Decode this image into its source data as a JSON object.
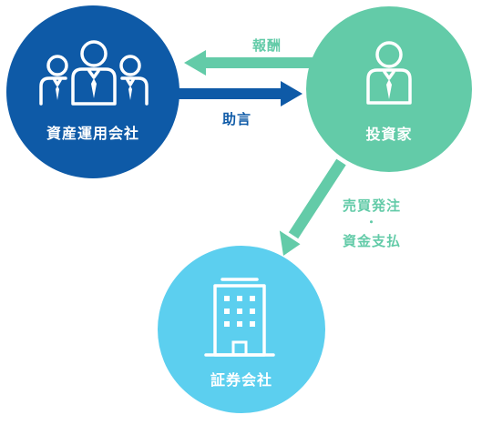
{
  "nodes": {
    "asset_manager": {
      "label": "資産運用会社",
      "color": "#0e5aa7"
    },
    "investor": {
      "label": "投資家",
      "color": "#63cba8"
    },
    "securities_company": {
      "label": "証券会社",
      "color": "#5ccfef"
    }
  },
  "edges": {
    "fee": {
      "label": "報酬",
      "color": "#63cba8"
    },
    "advice": {
      "label": "助言",
      "color": "#0e5aa7"
    },
    "orders": {
      "label_line1": "売買発注",
      "separator": "・",
      "label_line2": "資金支払",
      "color": "#63cba8"
    }
  }
}
